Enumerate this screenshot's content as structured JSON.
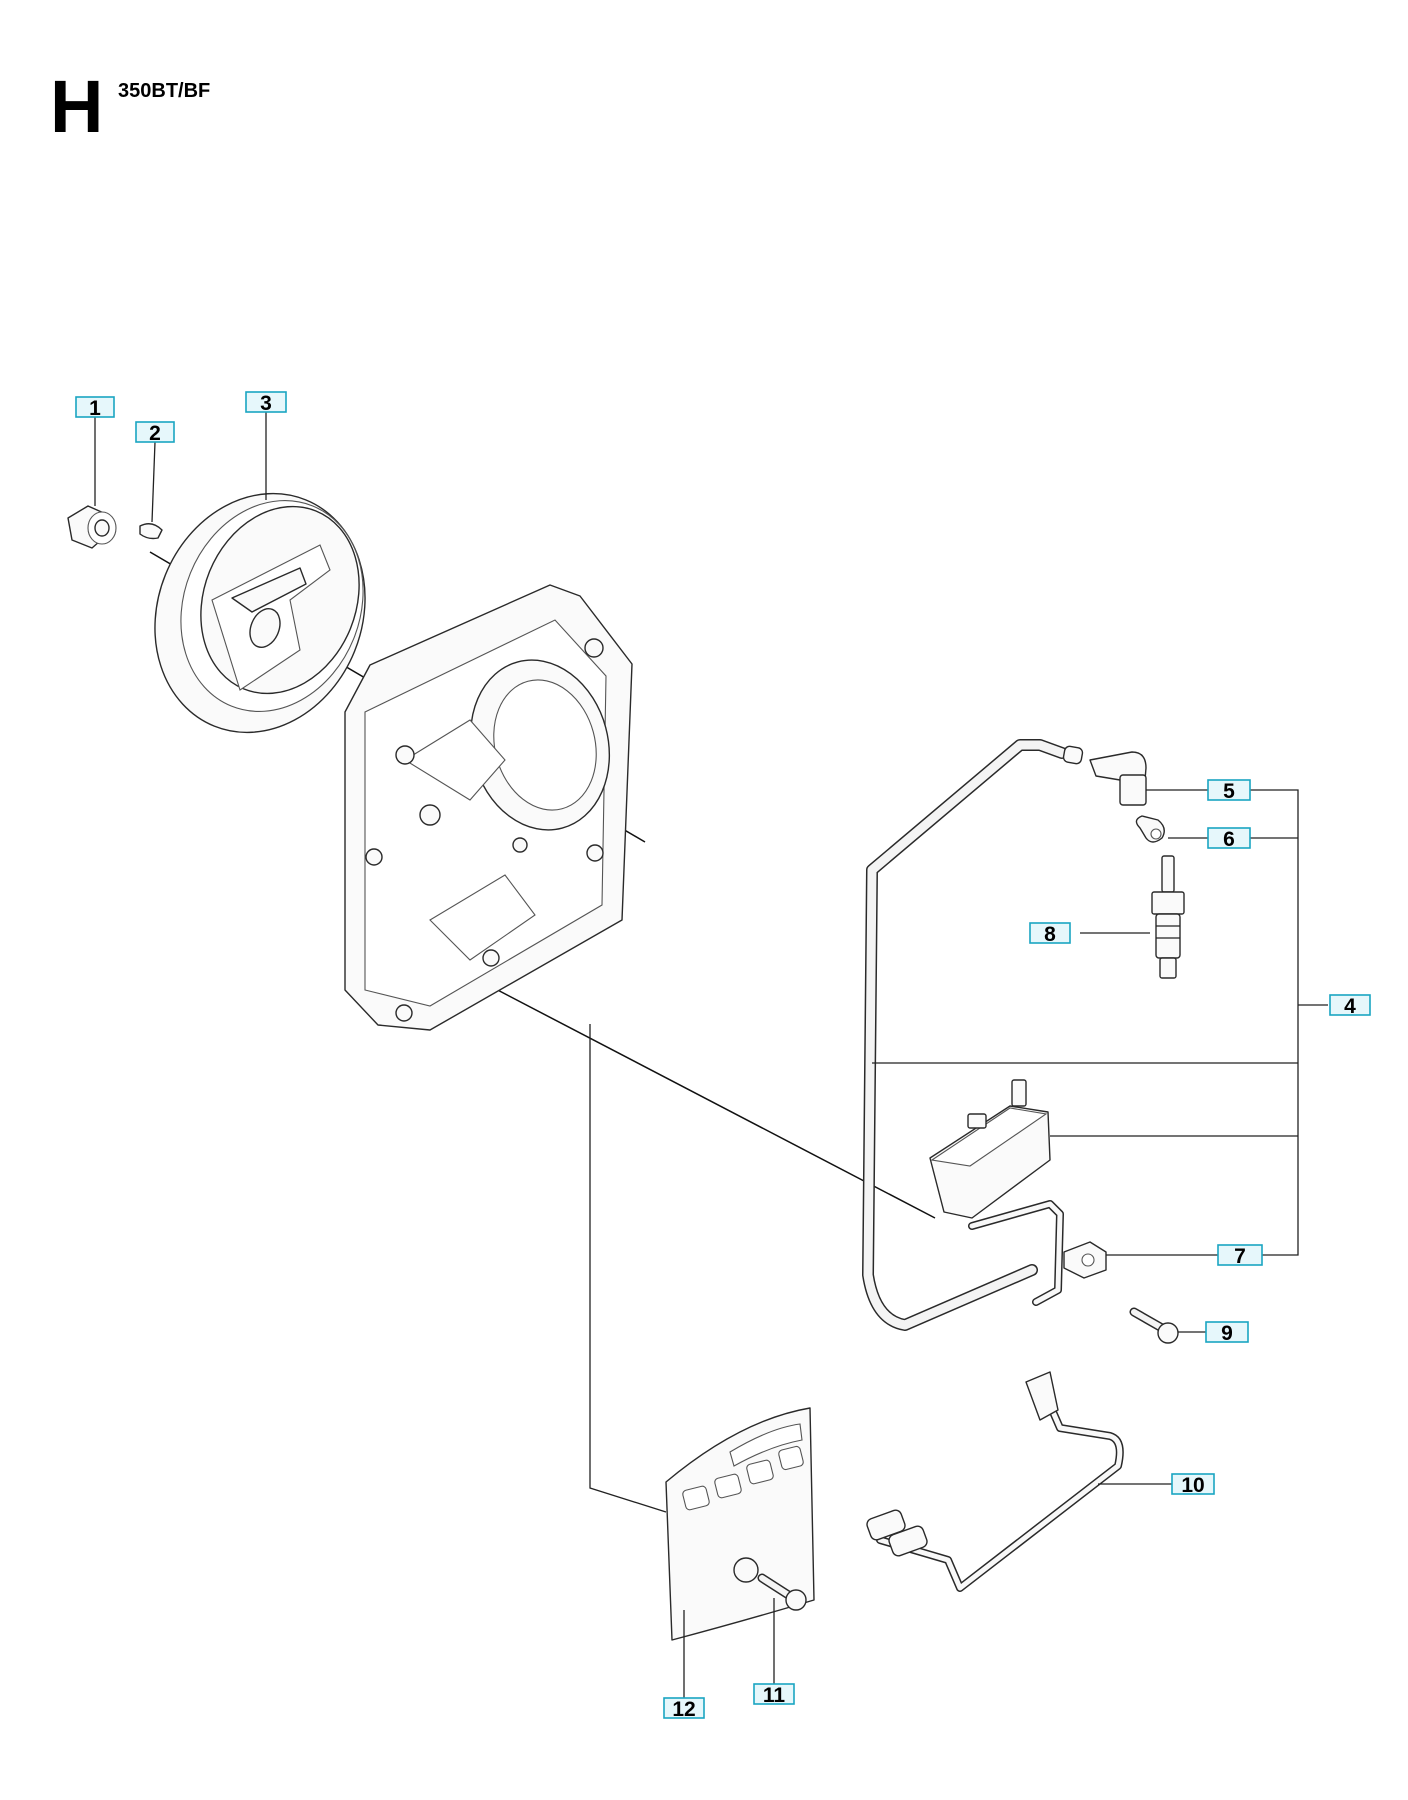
{
  "header": {
    "section_letter": "H",
    "model": "350BT/BF"
  },
  "callouts": [
    {
      "id": "callout-1",
      "label": "1"
    },
    {
      "id": "callout-2",
      "label": "2"
    },
    {
      "id": "callout-3",
      "label": "3"
    },
    {
      "id": "callout-4",
      "label": "4"
    },
    {
      "id": "callout-5",
      "label": "5"
    },
    {
      "id": "callout-6",
      "label": "6"
    },
    {
      "id": "callout-7",
      "label": "7"
    },
    {
      "id": "callout-8",
      "label": "8"
    },
    {
      "id": "callout-9",
      "label": "9"
    },
    {
      "id": "callout-10",
      "label": "10"
    },
    {
      "id": "callout-11",
      "label": "11"
    },
    {
      "id": "callout-12",
      "label": "12"
    }
  ],
  "colors": {
    "callout_border": "#1aa5c2",
    "callout_fill": "#e6f7fb",
    "line_art": "#2a2a2a"
  }
}
